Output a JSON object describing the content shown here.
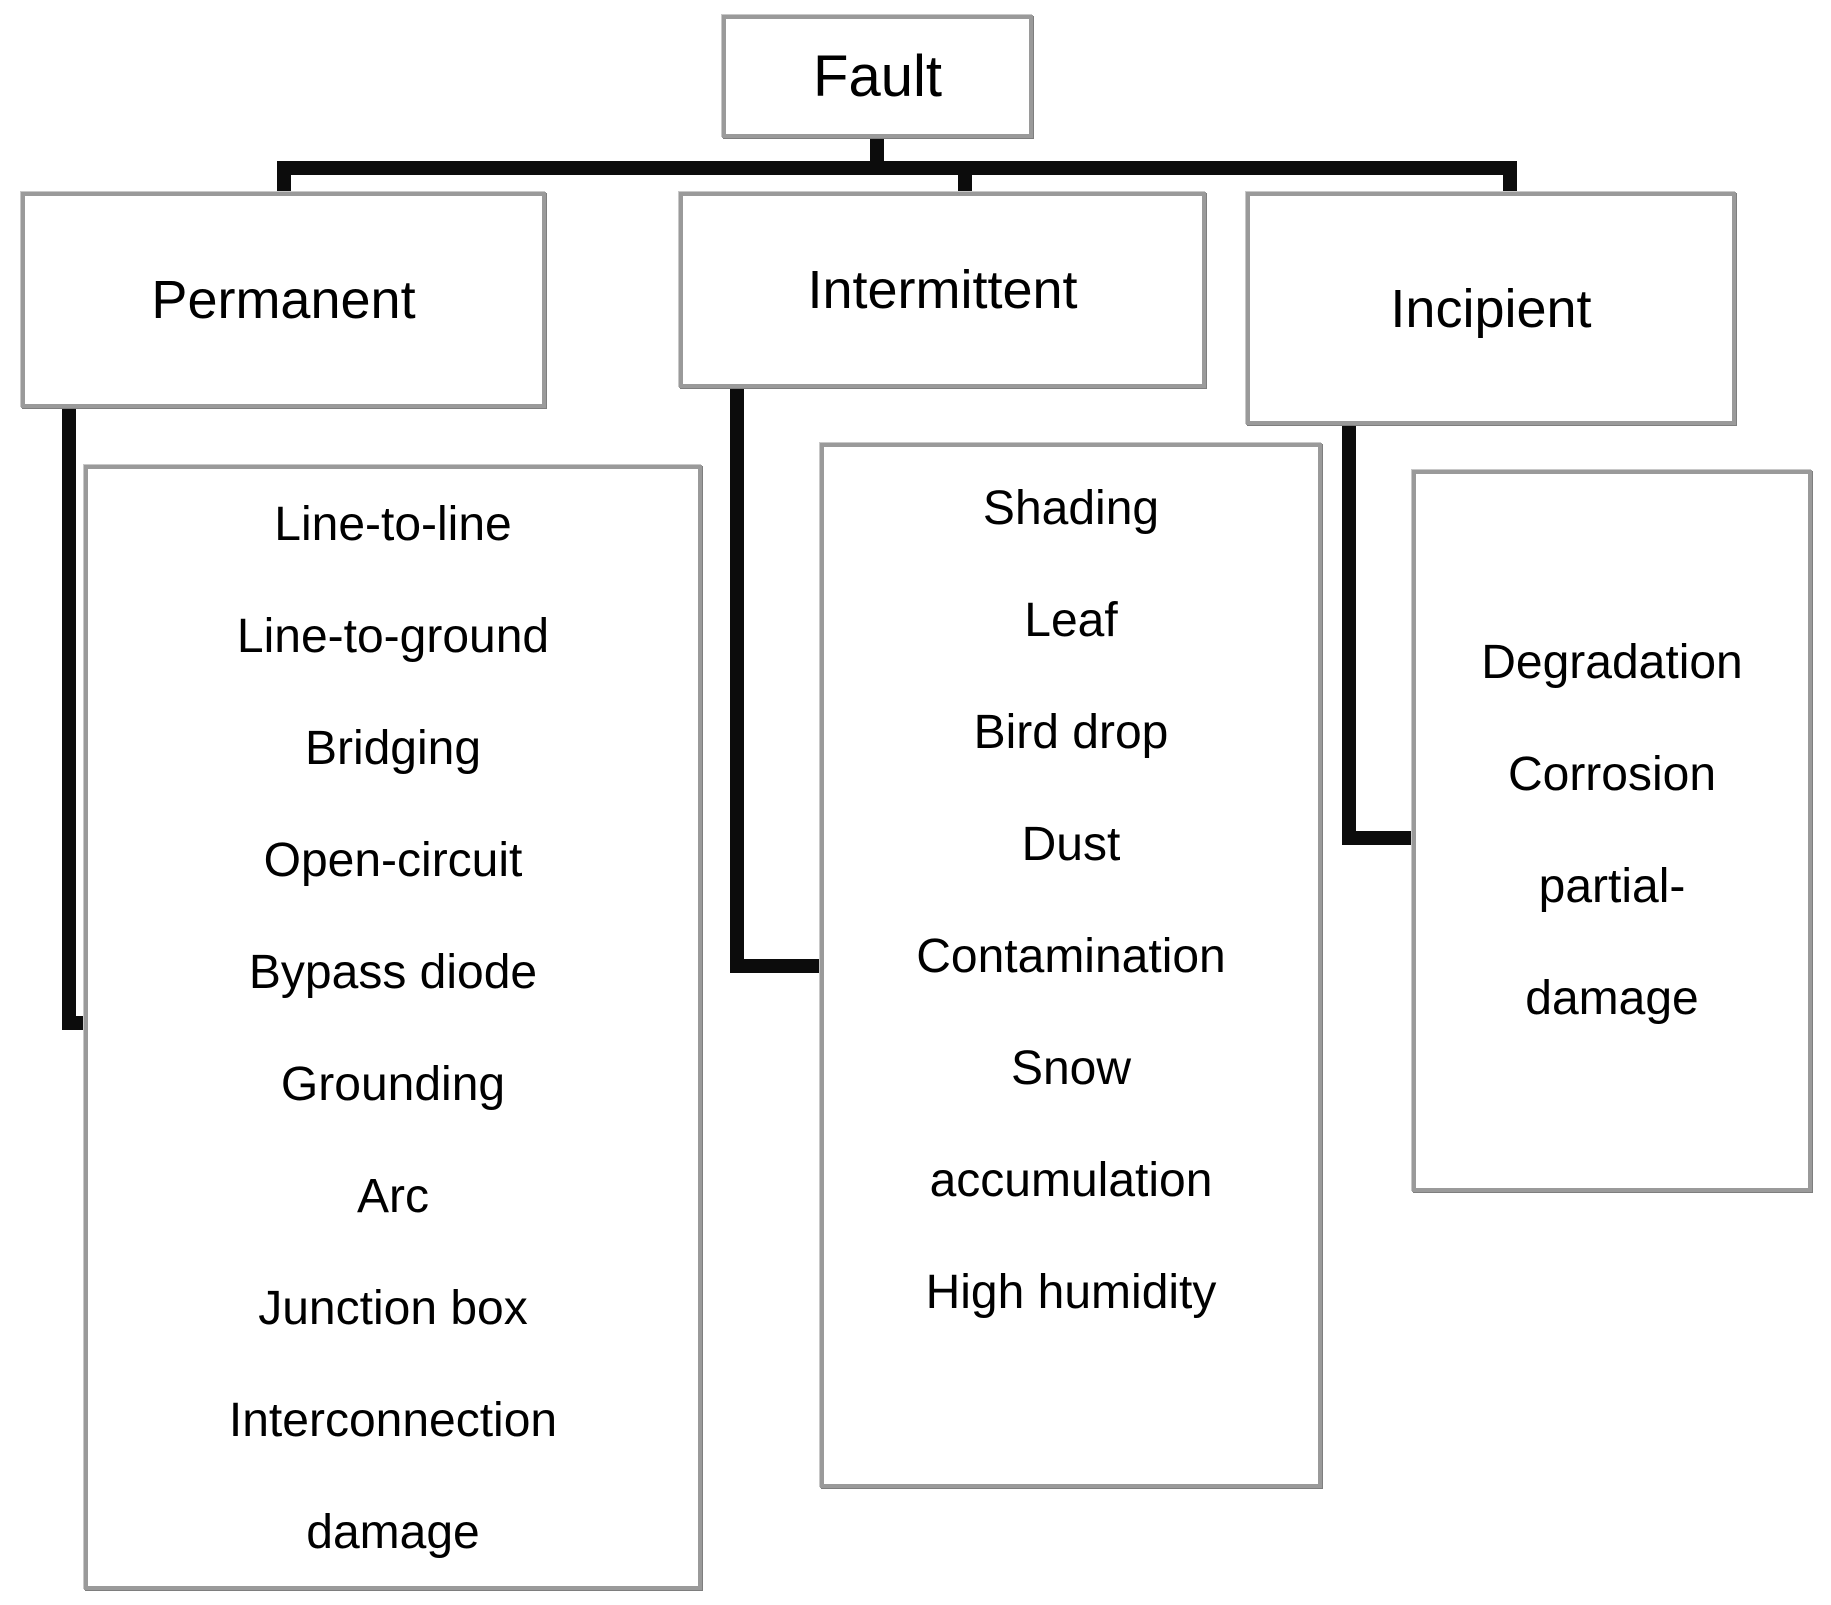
{
  "diagram": {
    "type": "tree",
    "background_color": "#ffffff",
    "box_border_color": "#9a9a9a",
    "connector_color": "#0c0c0c",
    "text_color": "#000000",
    "root": {
      "label": "Fault"
    },
    "branches": [
      {
        "label": "Permanent",
        "items": [
          "Line-to-line",
          "Line-to-ground",
          "Bridging",
          "Open-circuit",
          "Bypass diode",
          "Grounding",
          "Arc",
          "Junction box",
          "Interconnection\ndamage"
        ]
      },
      {
        "label": "Intermittent",
        "items": [
          "Shading",
          "Leaf",
          "Bird drop",
          "Dust",
          "Contamination",
          "Snow\naccumulation",
          "High humidity"
        ]
      },
      {
        "label": "Incipient",
        "items": [
          "Degradation",
          "Corrosion",
          "partial-\ndamage"
        ]
      }
    ]
  }
}
